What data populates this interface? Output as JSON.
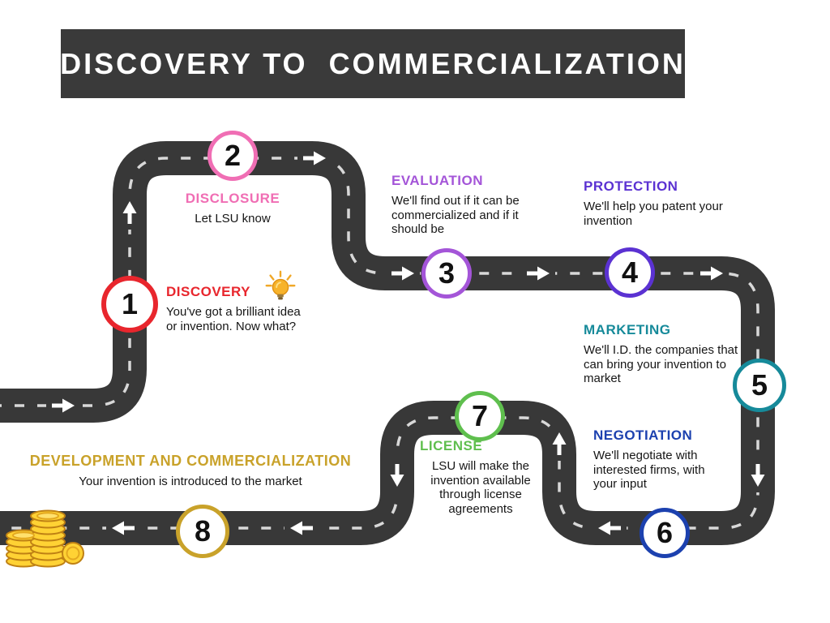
{
  "title": "DISCOVERY TO  COMMERCIALIZATION",
  "banner": {
    "background": "#3a3a3a",
    "text_color": "#ffffff"
  },
  "road": {
    "color": "#383838",
    "dash_color": "#d8d8d8",
    "arrow_color": "#ffffff"
  },
  "steps": [
    {
      "number": "1",
      "title": "DISCOVERY",
      "description": "You've got a brilliant idea or invention. Now what?",
      "color": "#e8262d",
      "icon": "lightbulb-icon"
    },
    {
      "number": "2",
      "title": "DISCLOSURE",
      "description": "Let LSU know",
      "color": "#f06eb4"
    },
    {
      "number": "3",
      "title": "EVALUATION",
      "description": "We'll find out if it can be commercialized and if it should be",
      "color": "#a455d8"
    },
    {
      "number": "4",
      "title": "PROTECTION",
      "description": "We'll help you patent your invention",
      "color": "#5b32d2"
    },
    {
      "number": "5",
      "title": "MARKETING",
      "description": "We'll I.D. the companies that can bring your invention to market",
      "color": "#168a9a"
    },
    {
      "number": "6",
      "title": "NEGOTIATION",
      "description": "We'll negotiate with interested firms, with your input",
      "color": "#1c41af"
    },
    {
      "number": "7",
      "title": "LICENSE",
      "description": "LSU will make the invention available through license agreements",
      "color": "#5fbf4e"
    },
    {
      "number": "8",
      "title": "DEVELOPMENT AND COMMERCIALIZATION",
      "description": "Your invention is introduced to the market",
      "color": "#c9a22a",
      "icon": "coins-icon"
    }
  ]
}
